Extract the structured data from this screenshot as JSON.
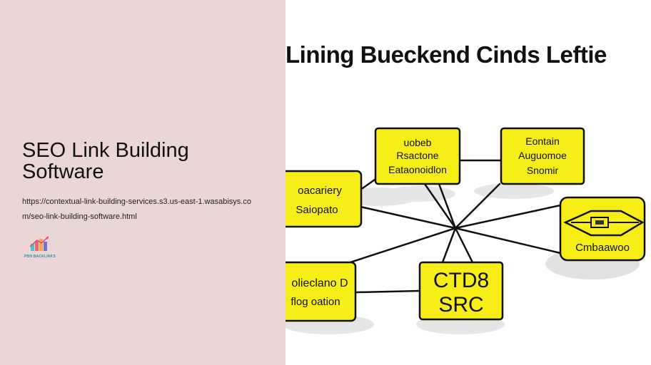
{
  "left": {
    "title": "SEO Link Building Software",
    "url": "https://contextual-link-building-services.s3.us-east-1.wasabisys.com/seo-link-building-software.html",
    "logo_text": "PBN BACKLINKS"
  },
  "image": {
    "heading": "Lining Bueckend Cinds Leftie",
    "nodes": {
      "top_center": [
        "uobeb",
        "Rsactone",
        "Eataonoidlon"
      ],
      "top_right": [
        "Eontain",
        "Auguomoe",
        "Snomir"
      ],
      "left_middle": [
        "oacariery",
        "Saiopato"
      ],
      "right_middle": [
        "Cmbaawoo"
      ],
      "bottom_left": [
        "olieclano D",
        "flog oation"
      ],
      "bottom_center": [
        "CTD8",
        "SRC"
      ]
    }
  },
  "colors": {
    "left_bg": "#ebd6d6",
    "node_fill": "#f7ee18",
    "node_stroke": "#111111"
  }
}
